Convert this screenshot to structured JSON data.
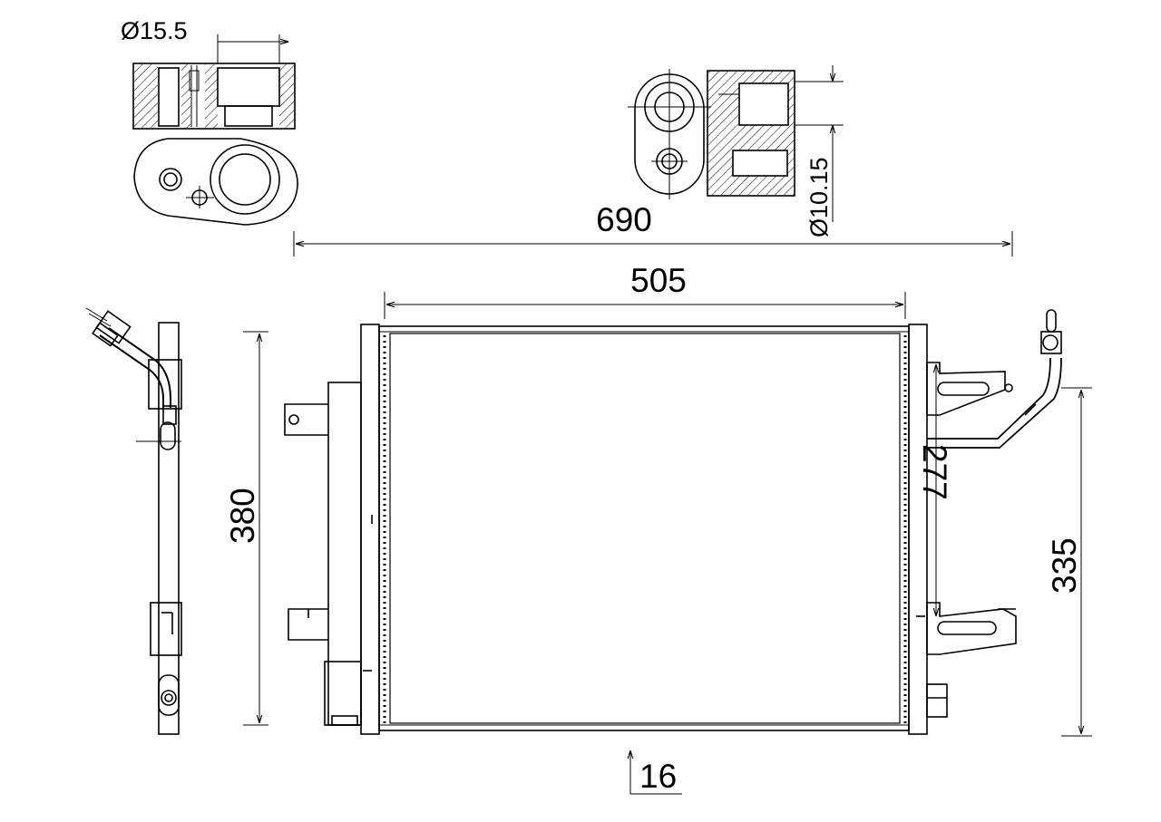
{
  "drawing": {
    "line_color": "#000000",
    "background": "#ffffff",
    "dimensions": {
      "overall_width": "690",
      "core_width": "505",
      "height": "380",
      "bracket_spacing": "335",
      "side_offset": "277",
      "thickness": "16",
      "inlet_diameter": "Ø15.5",
      "outlet_diameter": "Ø10.15"
    }
  }
}
